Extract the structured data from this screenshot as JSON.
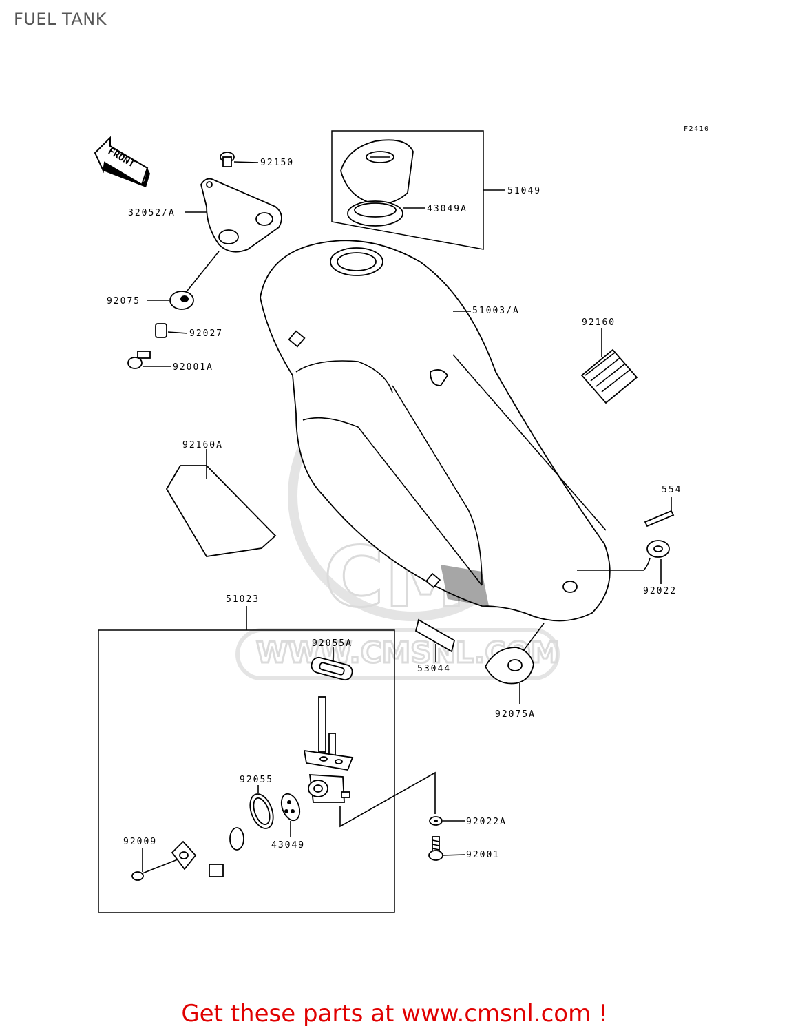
{
  "page": {
    "title": "FUEL TANK",
    "figure_code": "F2410"
  },
  "front_arrow": {
    "text": "FRONT"
  },
  "watermark": {
    "brand": "CMS",
    "url": "WWW.CMSNL.COM"
  },
  "parts": [
    {
      "id": "92150"
    },
    {
      "id": "32052/A"
    },
    {
      "id": "92075"
    },
    {
      "id": "92027"
    },
    {
      "id": "92001A"
    },
    {
      "id": "51049"
    },
    {
      "id": "43049A"
    },
    {
      "id": "51003/A"
    },
    {
      "id": "92160"
    },
    {
      "id": "92160A"
    },
    {
      "id": "554"
    },
    {
      "id": "92022"
    },
    {
      "id": "51023"
    },
    {
      "id": "92055A"
    },
    {
      "id": "53044"
    },
    {
      "id": "92075A"
    },
    {
      "id": "92055"
    },
    {
      "id": "43049"
    },
    {
      "id": "92009"
    },
    {
      "id": "92022A"
    },
    {
      "id": "92001"
    }
  ],
  "footer": {
    "text": "Get these parts at www.cmsnl.com !",
    "color": "#e00000"
  }
}
